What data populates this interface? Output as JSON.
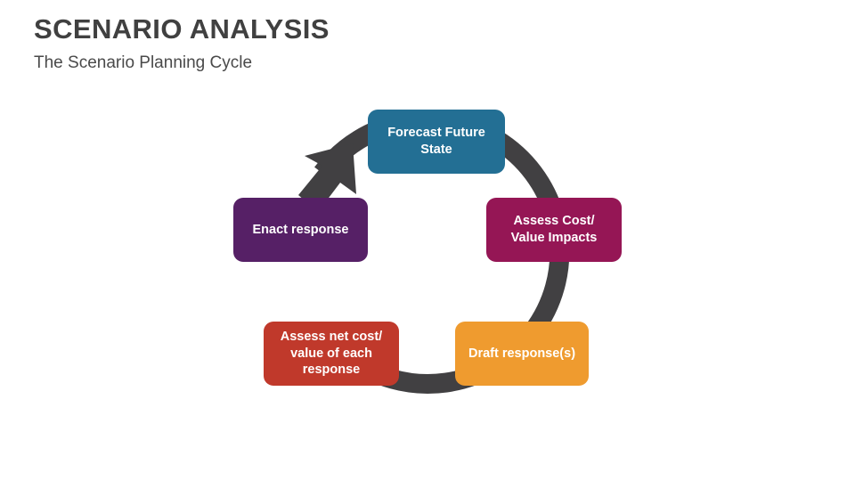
{
  "header": {
    "title": "SCENARIO ANALYSIS",
    "subtitle": "The Scenario Planning Cycle"
  },
  "diagram": {
    "type": "cycle",
    "direction": "clockwise",
    "ring_color": "#414042",
    "background": "#ffffff",
    "nodes": [
      {
        "label": "Forecast Future State",
        "color": "#236f94",
        "position": "top"
      },
      {
        "label": "Assess Cost/ Value Impacts",
        "color": "#951655",
        "position": "right-upper"
      },
      {
        "label": "Draft response(s)",
        "color": "#ef9b2f",
        "position": "right-lower"
      },
      {
        "label": "Assess net cost/ value of each response",
        "color": "#c0392b",
        "position": "left-lower"
      },
      {
        "label": "Enact response",
        "color": "#562066",
        "position": "left-upper"
      }
    ]
  }
}
